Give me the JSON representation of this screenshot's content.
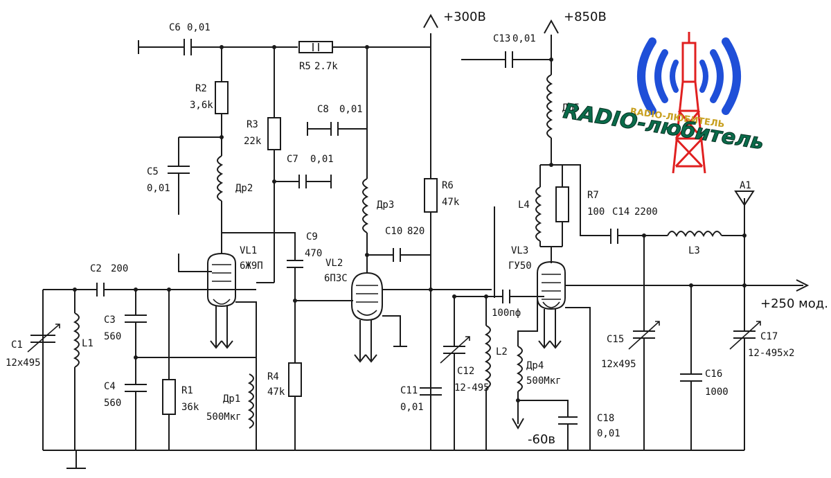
{
  "rails": {
    "v300": "+300В",
    "v850": "+850В",
    "v250": "+250 мод.",
    "vneg": "-60в"
  },
  "logo": {
    "text_main": "RADIO-любитель",
    "text_small": "RADIO-ЛЮБИТЕЛЬ",
    "colors": {
      "waves": "#1f4fd8",
      "tower": "#e02020",
      "text": "#0a6b4a"
    }
  },
  "components": {
    "C1": {
      "name": "C1",
      "value": "12x495"
    },
    "C2": {
      "name": "C2",
      "value": "200"
    },
    "C3": {
      "name": "C3",
      "value": "560"
    },
    "C4": {
      "name": "C4",
      "value": "560"
    },
    "C5": {
      "name": "C5",
      "value": "0,01"
    },
    "C6": {
      "name": "C6",
      "value": "0,01"
    },
    "C7": {
      "name": "C7",
      "value": "0,01"
    },
    "C8": {
      "name": "C8",
      "value": "0,01"
    },
    "C9": {
      "name": "C9",
      "value": "470"
    },
    "C10": {
      "name": "C10",
      "value": "820"
    },
    "C11": {
      "name": "C11",
      "value": "0,01"
    },
    "C12": {
      "name": "C12",
      "value": "12-495"
    },
    "C13": {
      "name": "C13",
      "value": "0,01"
    },
    "C14": {
      "name": "C14",
      "value": "2200"
    },
    "C15": {
      "name": "C15",
      "value": "12x495"
    },
    "C16": {
      "name": "C16",
      "value": "1000"
    },
    "C17": {
      "name": "C17",
      "value": "12-495x2"
    },
    "C18": {
      "name": "C18",
      "value": "0,01"
    },
    "Cg": {
      "value": "100пф"
    },
    "R1": {
      "name": "R1",
      "value": "36k"
    },
    "R2": {
      "name": "R2",
      "value": "3,6k"
    },
    "R3": {
      "name": "R3",
      "value": "22k"
    },
    "R4": {
      "name": "R4",
      "value": "47k"
    },
    "R5": {
      "name": "R5",
      "value": "2.7k"
    },
    "R6": {
      "name": "R6",
      "value": "47k"
    },
    "R7": {
      "name": "R7",
      "value": "100"
    },
    "L1": {
      "name": "L1"
    },
    "L2": {
      "name": "L2"
    },
    "L3": {
      "name": "L3"
    },
    "L4": {
      "name": "L4"
    },
    "Dr1": {
      "name": "Др1",
      "value": "500Мкг"
    },
    "Dr2": {
      "name": "Др2"
    },
    "Dr3": {
      "name": "Др3"
    },
    "Dr4": {
      "name": "Др4",
      "value": "500Мкг"
    },
    "Dr5": {
      "name": "Др5"
    },
    "VL1": {
      "name": "VL1",
      "type": "6Ж9П"
    },
    "VL2": {
      "name": "VL2",
      "type": "6П3С"
    },
    "VL3": {
      "name": "VL3",
      "type": "ГУ50"
    },
    "A1": {
      "name": "A1"
    }
  }
}
